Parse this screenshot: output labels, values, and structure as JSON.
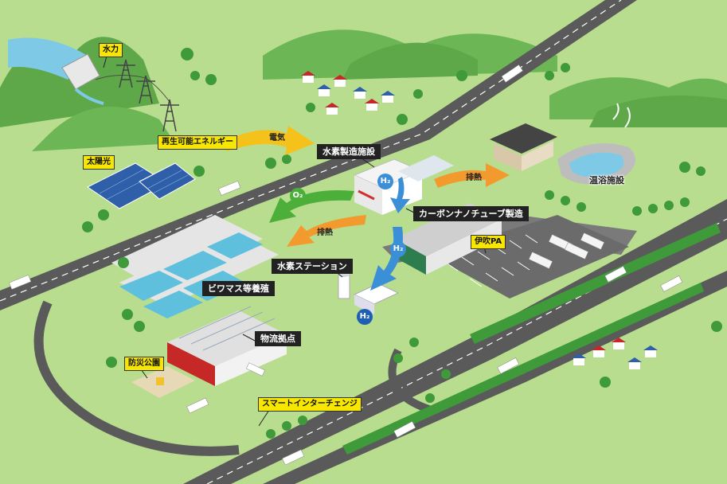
{
  "labels": {
    "hydro": "水力",
    "renewable": "再生可能エネルギー",
    "electricity": "電気",
    "solar": "太陽光",
    "h2_plant": "水素製造施設",
    "exhaust_heat_bath": "排熱",
    "bath": "温浴施設",
    "cnt": "カーボンナノチューブ製造",
    "exhaust_heat_fish": "排熱",
    "pa": "伊吹PA",
    "h2_station": "水素ステーション",
    "aquaculture": "ビワマス等養殖",
    "logistics": "物流拠点",
    "disaster_park": "防災公園",
    "smart_ic": "スマートインターチェンジ"
  },
  "badges": {
    "o2": "O₂",
    "h2_a": "H₂",
    "h2_b": "H₂",
    "h2_station_sign": "H₂"
  },
  "colors": {
    "ground": "#b9dd8e",
    "road": "#5a5a5a",
    "arrow_orange": "#f29a2e",
    "arrow_yellow": "#f5c21c",
    "arrow_green": "#4caf3a",
    "arrow_blue": "#3b8fd6",
    "label_yellow": "#f7e600",
    "label_dark": "#222222"
  }
}
